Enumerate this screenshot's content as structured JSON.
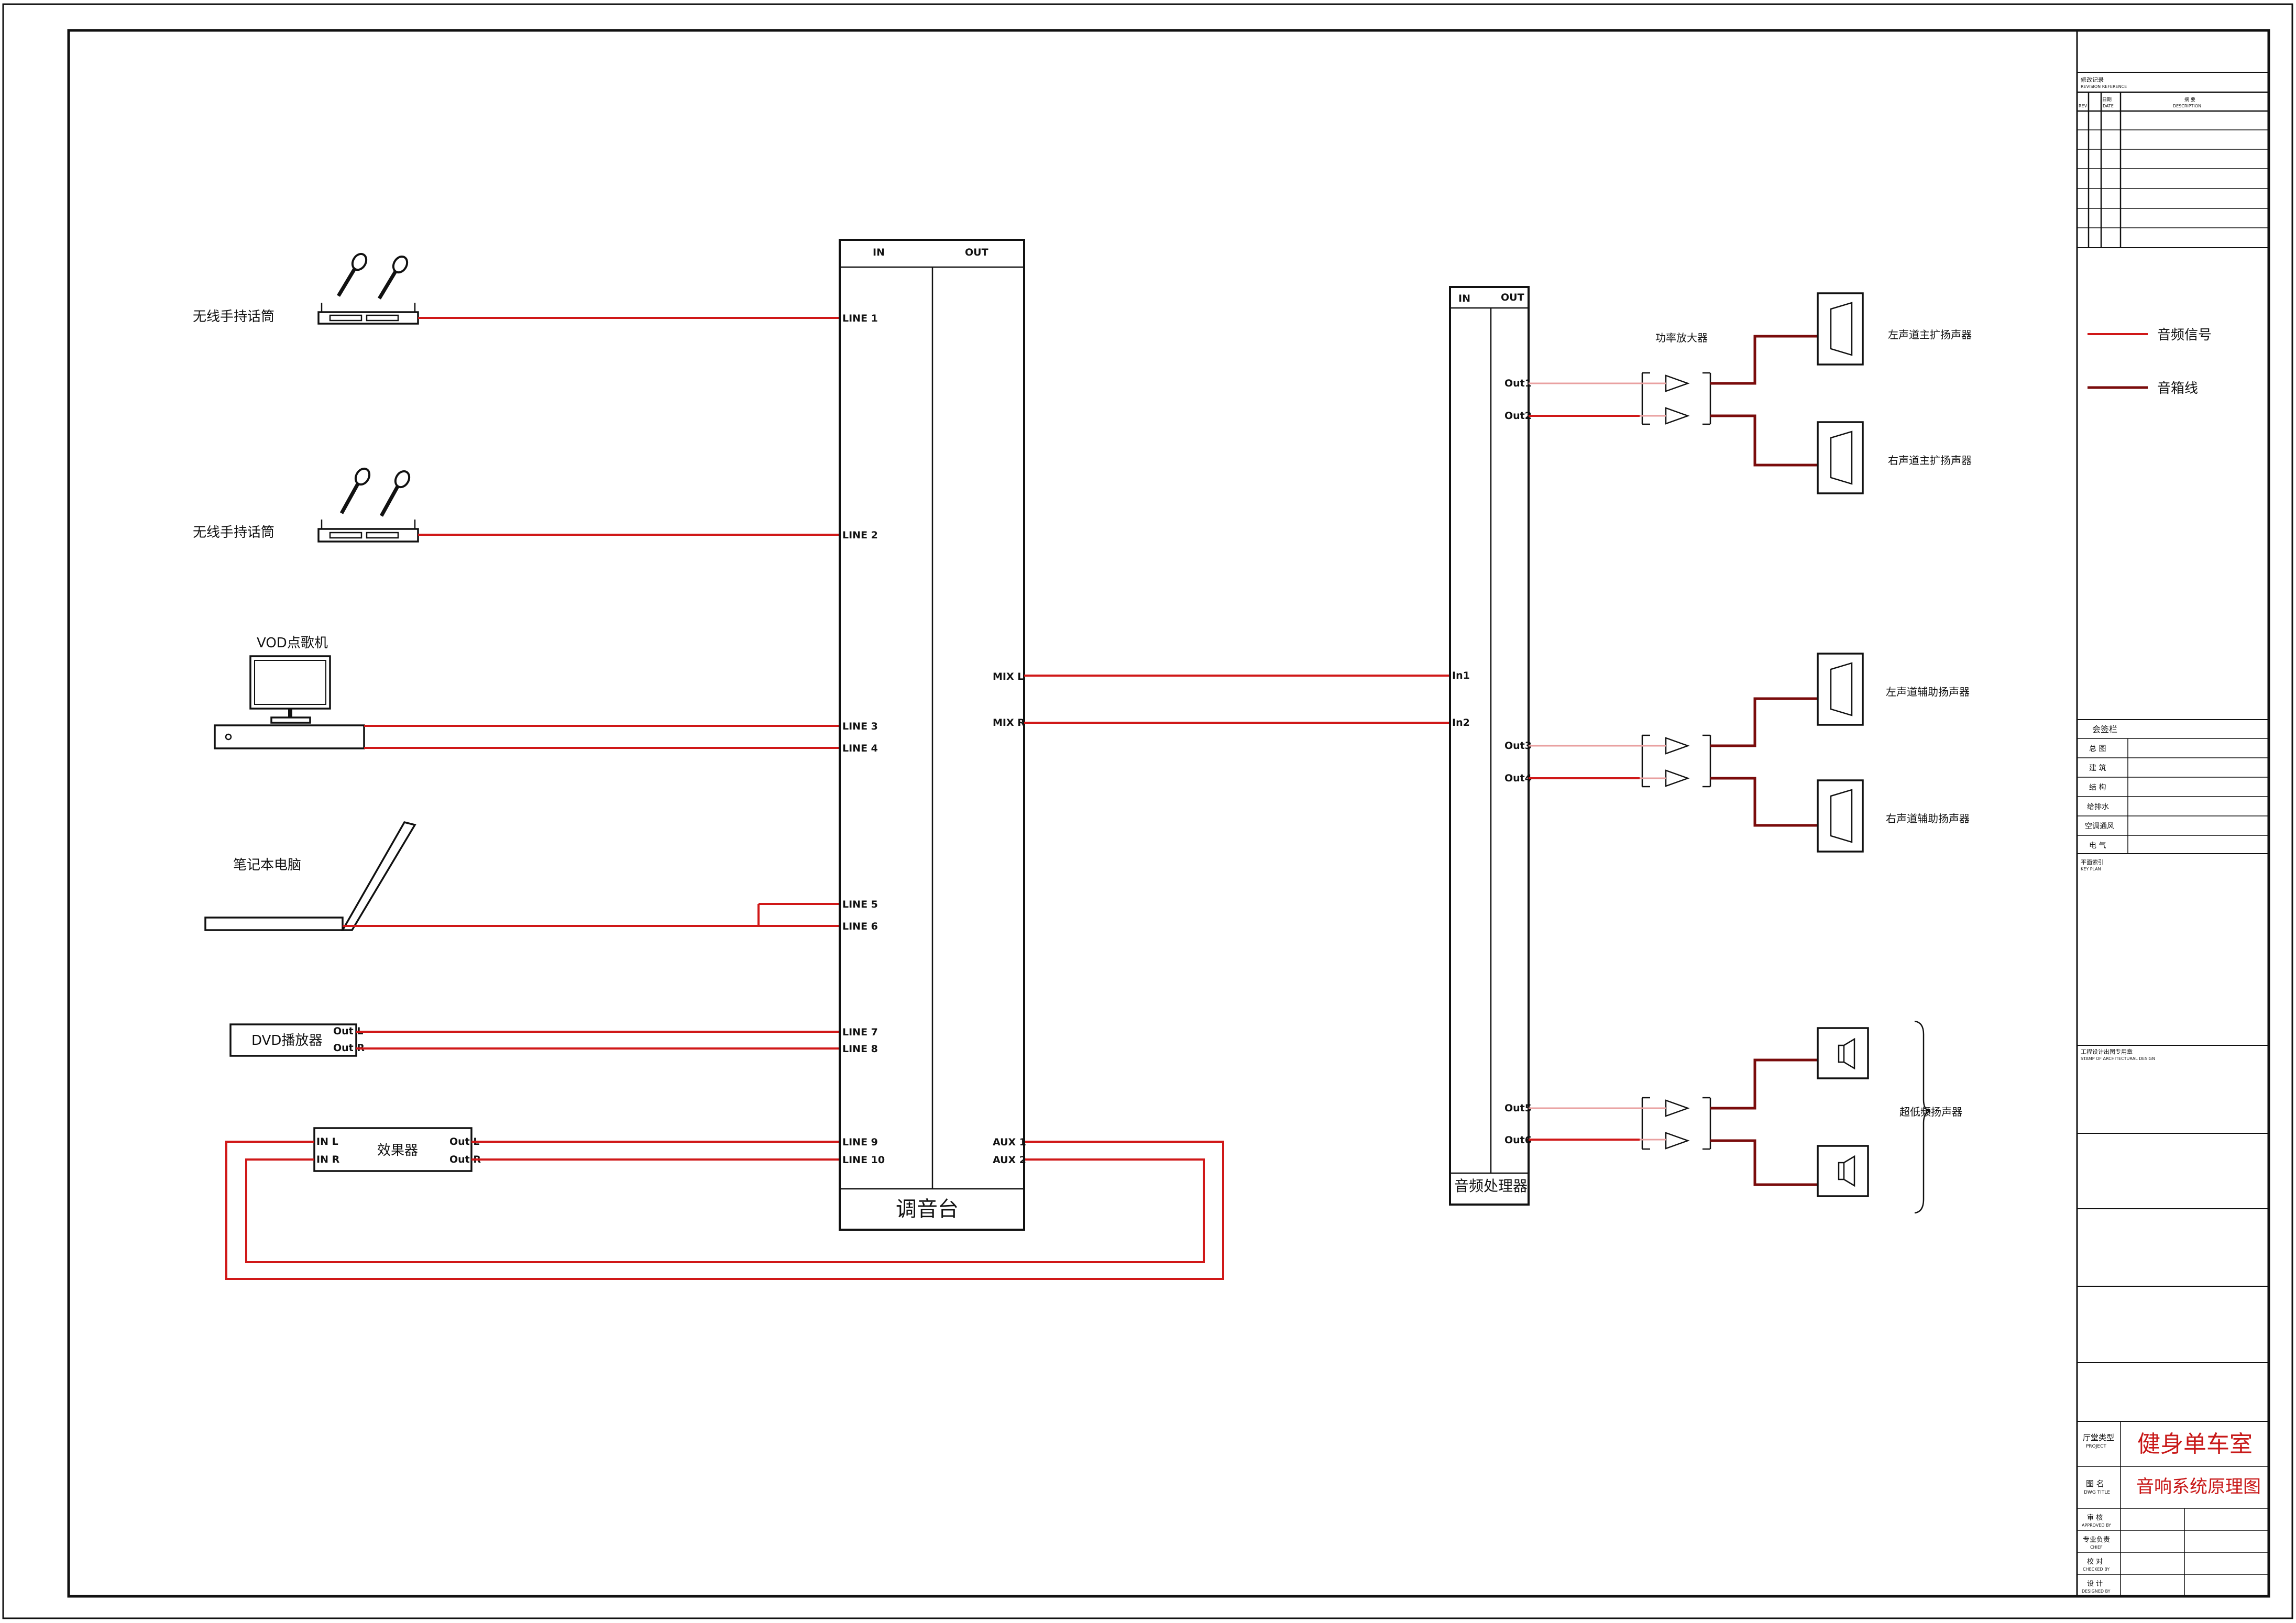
{
  "devices": {
    "mic1": "无线手持话筒",
    "mic2": "无线手持话筒",
    "vod": "VOD点歌机",
    "laptop": "笔记本电脑",
    "dvd": "DVD播放器",
    "effects": "效果器",
    "amp": "功率放大器"
  },
  "mixer": {
    "title": "调音台",
    "in_header": "IN",
    "out_header": "OUT",
    "inputs": [
      "LINE 1",
      "LINE 2",
      "LINE 3",
      "LINE 4",
      "LINE 5",
      "LINE 6",
      "LINE 7",
      "LINE 8",
      "LINE 9",
      "LINE 10"
    ],
    "outputs": [
      "MIX L",
      "MIX R",
      "AUX 1",
      "AUX 2"
    ]
  },
  "dvd_ports": [
    "Out L",
    "Out R"
  ],
  "effects_ports": {
    "in": [
      "IN L",
      "IN R"
    ],
    "out": [
      "Out L",
      "Out R"
    ]
  },
  "processor": {
    "title": "音频处理器",
    "in_header": "IN",
    "out_header": "OUT",
    "inputs": [
      "In1",
      "In2"
    ],
    "outputs": [
      "Out1",
      "Out2",
      "Out3",
      "Out4",
      "Out5",
      "Out6"
    ]
  },
  "speakers": {
    "main_left": "左声道主扩扬声器",
    "main_right": "右声道主扩扬声器",
    "aux_left": "左声道辅助扬声器",
    "aux_right": "右声道辅助扬声器",
    "sub": "超低频扬声器"
  },
  "legend": {
    "signal": "音频信号",
    "speaker_cable": "音箱线"
  },
  "colors": {
    "signal": "#d01818",
    "speaker_cable": "#7a0c0c",
    "title": "#c81818"
  },
  "title_block": {
    "revision_title": "修改记录",
    "revision_title_en": "REVISION REFERENCE",
    "rev": "REV",
    "date_cn": "日期",
    "date": "DATE",
    "desc_cn": "摘  要",
    "desc": "DESCRIPTION",
    "sign_title": "会签栏",
    "sign_rows": [
      "总  图",
      "建  筑",
      "结  构",
      "给排水",
      "空调通风",
      "电  气"
    ],
    "key_plan": "平面索引",
    "key_plan_en": "KEY PLAN",
    "stamp": "工程设计出图专用章",
    "stamp_en": "STAMP OF ARCHITECTURAL DESIGN",
    "project_label": "厅堂类型",
    "project_label_en": "PROJECT",
    "project_name": "健身单车室",
    "drawing_label": "图  名",
    "drawing_label_en": "DWG TITLE",
    "drawing_name": "音响系统原理图",
    "approvals": [
      {
        "cn": "审  核",
        "en": "APPROVED BY"
      },
      {
        "cn": "专业负责",
        "en": "CHIEF"
      },
      {
        "cn": "校  对",
        "en": "CHECKED BY"
      },
      {
        "cn": "设  计",
        "en": "DESIGNED BY"
      }
    ]
  }
}
